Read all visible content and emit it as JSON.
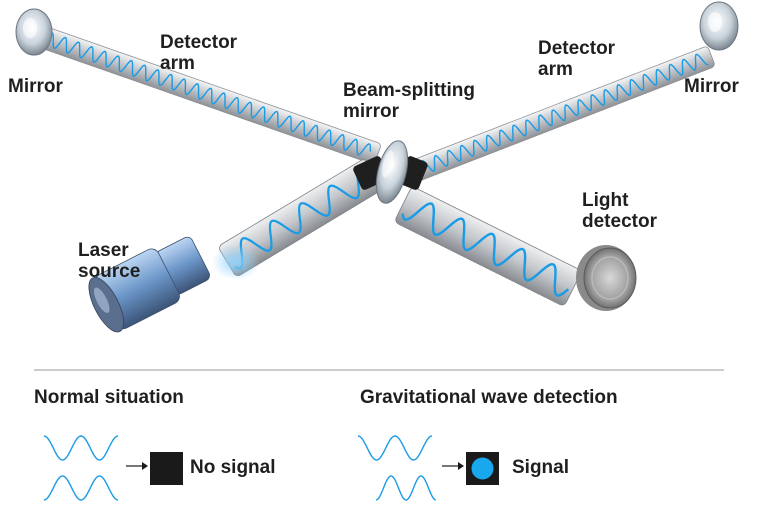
{
  "labels": {
    "mirror_left": "Mirror",
    "mirror_right": "Mirror",
    "detector_arm_left": [
      "Detector",
      "arm"
    ],
    "detector_arm_right": [
      "Detector",
      "arm"
    ],
    "beam_splitter": [
      "Beam-splitting",
      "mirror"
    ],
    "light_detector": [
      "Light",
      "detector"
    ],
    "laser_source": [
      "Laser",
      "source"
    ]
  },
  "legend": {
    "normal": {
      "title": "Normal situation",
      "result": "No signal"
    },
    "gw": {
      "title": "Gravitational wave detection",
      "result": "Signal"
    }
  },
  "colors": {
    "wave": "#1a9be6",
    "tube": "#c9ccd0",
    "signal_dot": "#19a8ee",
    "detector_box": "#1a1a1a",
    "divider": "#9a9a9a"
  }
}
